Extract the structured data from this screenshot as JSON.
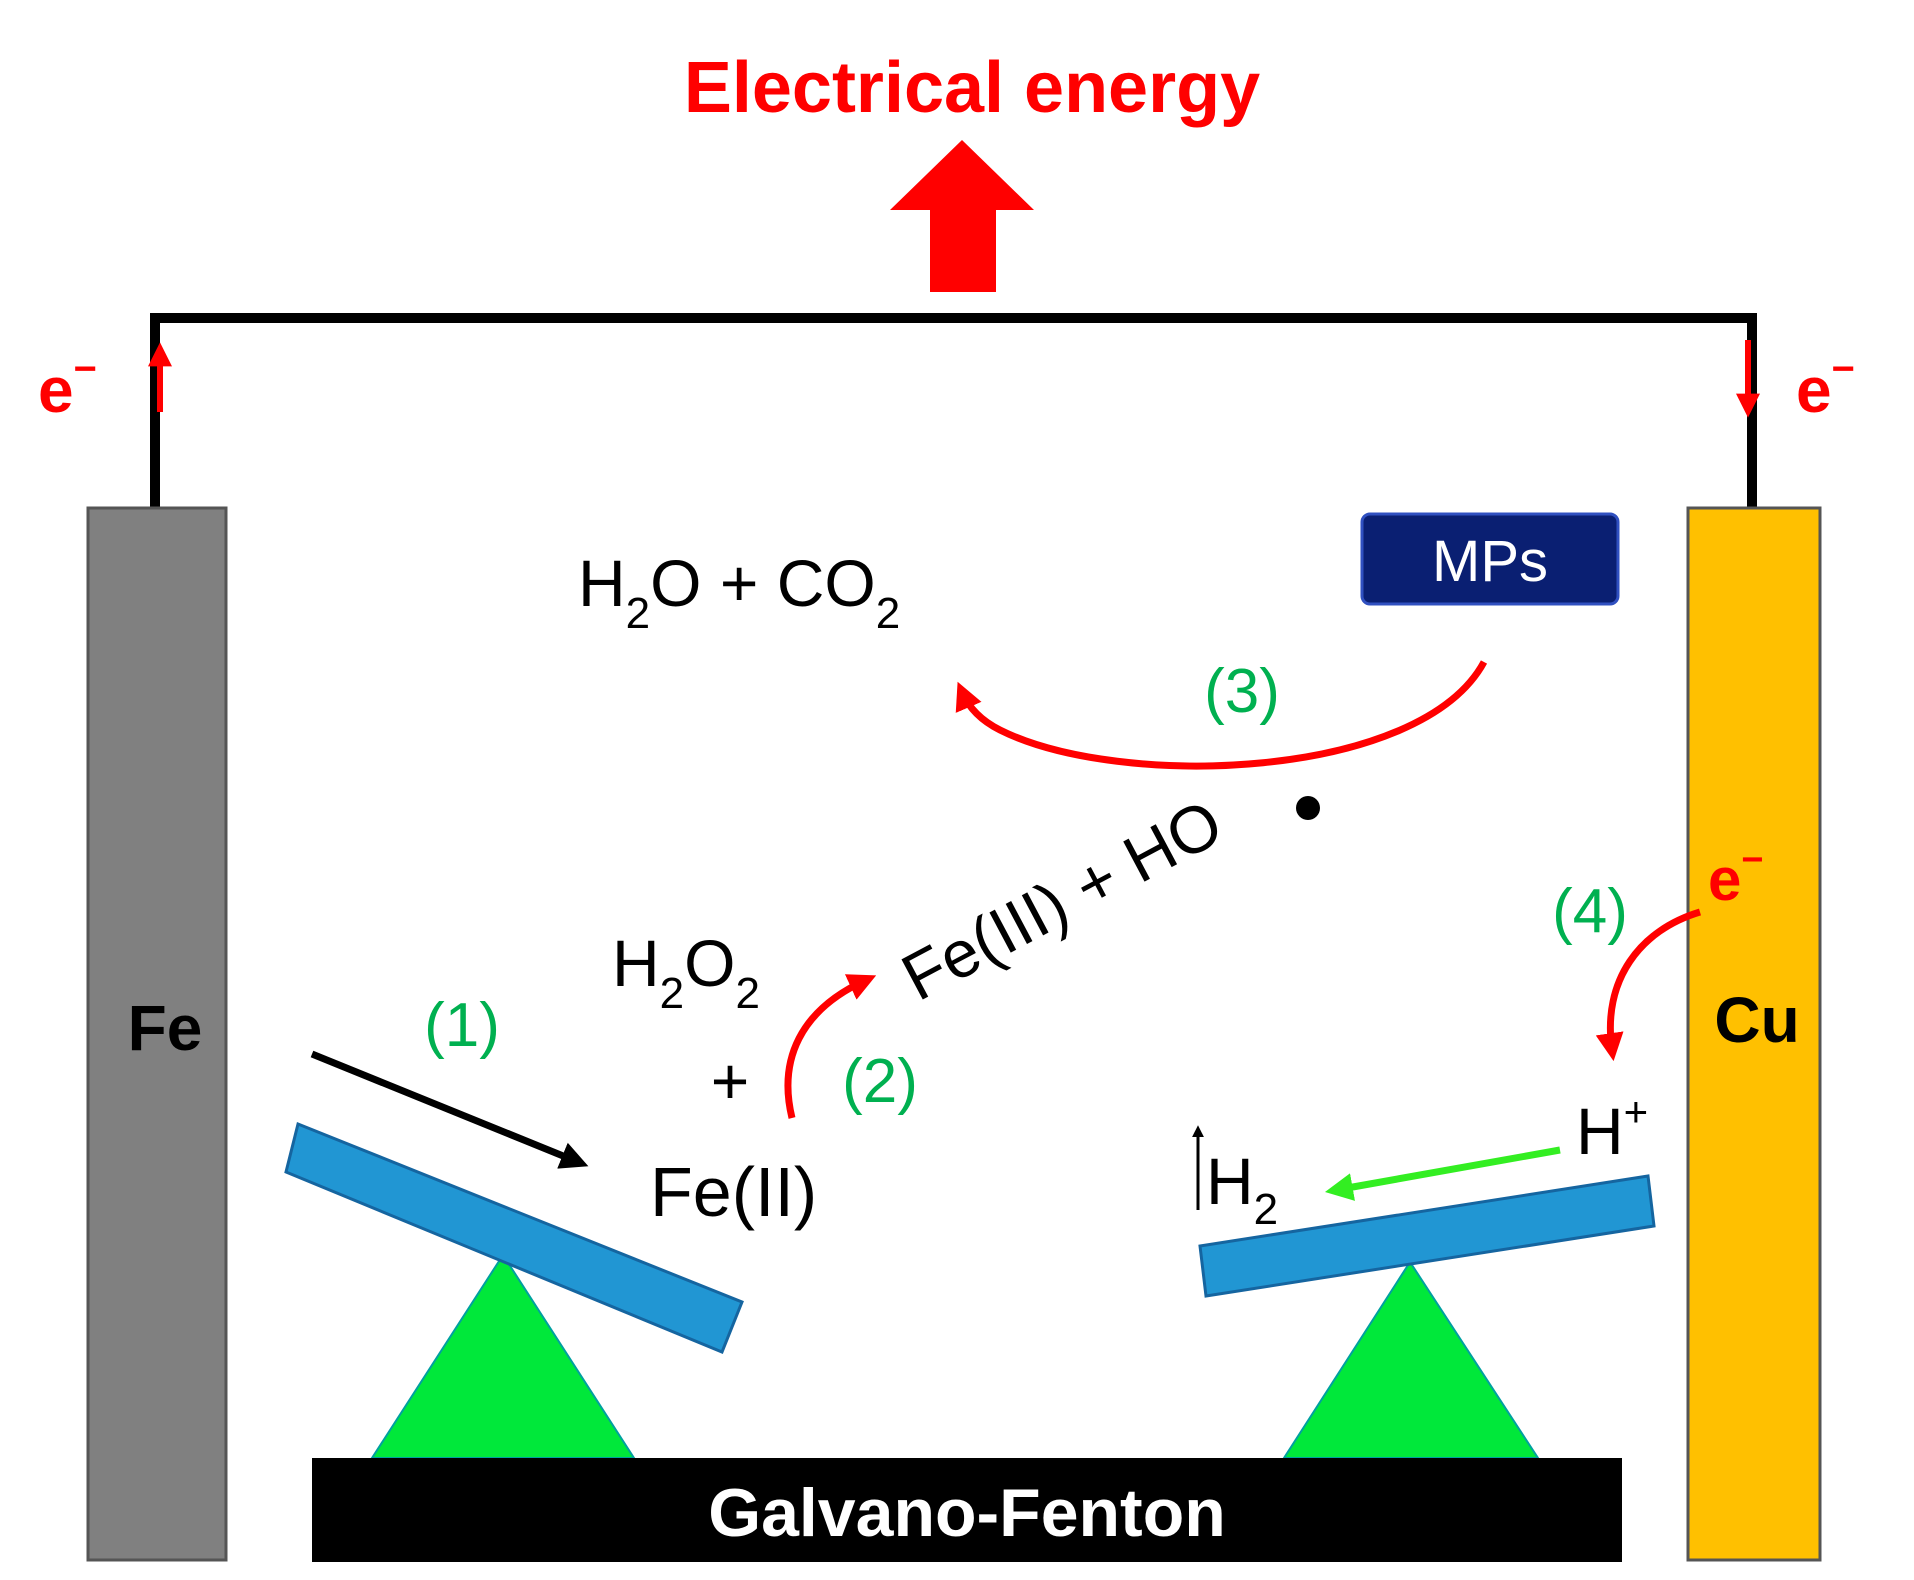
{
  "title": "Electrical energy",
  "electrodes": {
    "anode": "Fe",
    "cathode": "Cu"
  },
  "base_label": "Galvano-Fenton",
  "electron": "e",
  "minus": "−",
  "steps": {
    "s1": "(1)",
    "s2": "(2)",
    "s3": "(3)",
    "s4": "(4)"
  },
  "species": {
    "products": {
      "h": "H",
      "two_a": "2",
      "mid": "O + CO",
      "two_b": "2"
    },
    "h2o2": {
      "h": "H",
      "two_a": "2",
      "o": "O",
      "two_b": "2"
    },
    "plus": "+",
    "fe2": "Fe(II)",
    "fe3_hoo": "Fe(III) + HO",
    "mps": "MPs",
    "hplus": {
      "h": "H",
      "sup": "+"
    },
    "h2": {
      "h": "H",
      "sub": "2"
    }
  },
  "colors": {
    "red": "#ff0000",
    "green_label": "#00b050",
    "fe_electrode": "#808080",
    "cu_electrode": "#ffc000",
    "seesaw_plank": "#2196d3",
    "fulcrum": "#00e83a",
    "mps_box": "#0a1f72"
  }
}
